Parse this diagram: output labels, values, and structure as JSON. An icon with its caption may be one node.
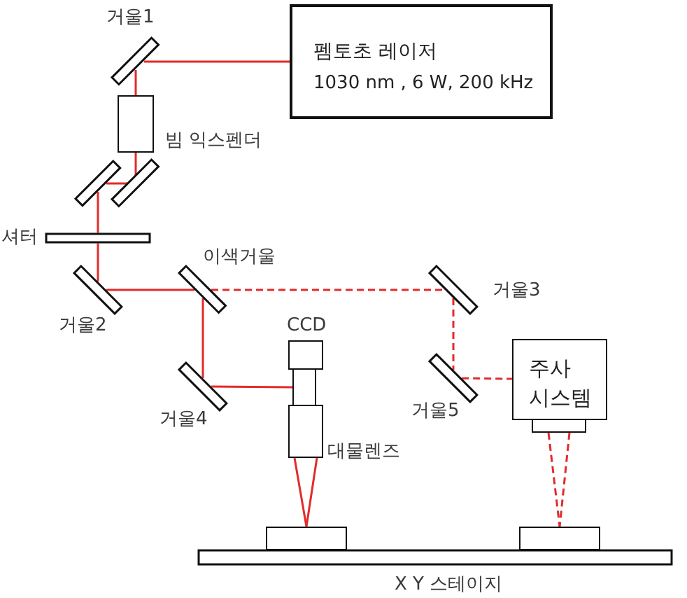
{
  "diagram": {
    "nodes": [
      {
        "text": [],
        "shape": "bar",
        "beside": [
          "거울1"
        ]
      },
      {
        "text": [
          "펨토초 레이저",
          "1030 nm , 6 W, 200 kHz"
        ]
      },
      {
        "text": [],
        "shape": "box",
        "beside": [
          "빔 익스펜더"
        ]
      },
      {
        "text": [],
        "shape": "bar"
      },
      {
        "text": [],
        "shape": "bar"
      },
      {
        "text": [],
        "shape": "bar",
        "beside": [
          "셔터"
        ]
      },
      {
        "text": [],
        "shape": "bar",
        "beside": [
          "이색거울"
        ]
      },
      {
        "text": [],
        "shape": "bar",
        "beside": [
          "거울3"
        ]
      },
      {
        "text": [],
        "shape": "bar",
        "beside": [
          "거울2"
        ]
      },
      {
        "text": [],
        "shape": "box",
        "beside": [
          "CCD"
        ]
      },
      {
        "text": [],
        "shape": "box"
      },
      {
        "text": [
          "주사 시스템"
        ]
      },
      {
        "text": [],
        "shape": "bar",
        "beside": [
          "거울5"
        ]
      },
      {
        "text": [],
        "shape": "bar",
        "beside": [
          "거울4"
        ]
      },
      {
        "text": [],
        "shape": "box",
        "beside": [
          "대물렌즈"
        ]
      },
      {
        "text": [],
        "shape": "box"
      },
      {
        "text": [],
        "shape": "box"
      },
      {
        "text": [],
        "shape": "box"
      },
      {
        "text": [],
        "shape": "bar",
        "beside": [
          "X Y 스테이지"
        ]
      }
    ],
    "edges": [
      {
        "from": 1,
        "to": 0,
        "arrow": "none"
      },
      {
        "from": 0,
        "to": 2,
        "arrow": "none"
      },
      {
        "from": 2,
        "to": 4,
        "arrow": "none"
      },
      {
        "from": 4,
        "to": 3,
        "arrow": "none"
      },
      {
        "from": 3,
        "to": 5,
        "arrow": "none"
      },
      {
        "from": 5,
        "to": 8,
        "arrow": "none"
      },
      {
        "from": 8,
        "to": 6,
        "arrow": "none"
      },
      {
        "from": 6,
        "to": 7,
        "arrow": "none",
        "style": "dashed"
      },
      {
        "from": 7,
        "to": 12,
        "arrow": "none",
        "style": "dashed"
      },
      {
        "from": 12,
        "to": 11,
        "arrow": "none",
        "style": "dashed"
      },
      {
        "from": 6,
        "to": 13,
        "arrow": "none"
      },
      {
        "from": 13,
        "to": 10,
        "arrow": "none"
      },
      {
        "from": 14,
        "to": 16,
        "arrow": "none"
      },
      {
        "from": 15,
        "to": 17,
        "arrow": "none",
        "style": "dashed"
      }
    ]
  }
}
